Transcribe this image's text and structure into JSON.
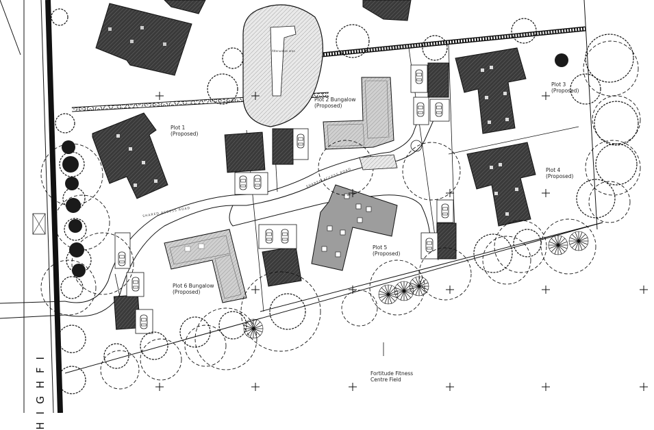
{
  "plot_labels": {
    "plot1": {
      "name": "Plot 1",
      "status": "(Proposed)"
    },
    "plot2": {
      "name": "Plot 2 Bungalow",
      "status": "(Proposed)"
    },
    "plot3": {
      "name": "Plot 3",
      "status": "(Proposed)"
    },
    "plot4": {
      "name": "Plot 4",
      "status": "(Proposed)"
    },
    "plot5": {
      "name": "Plot 5",
      "status": "(Proposed)"
    },
    "plot6": {
      "name": "Plot 6 Bungalow",
      "status": "(Proposed)"
    }
  },
  "road_labels": {
    "access_road_1": "SHARED ACCESS ROAD",
    "access_road_2": "SHARED ACCESS ROAD",
    "highway": "HIGHFI",
    "turning_area": "Attenuation area"
  },
  "field_label": {
    "line1": "Fortitude Fitness",
    "line2": "Centre Field"
  },
  "colors": {
    "roof_dark": "#3a3a3a",
    "roof_light": "#9a9a9a",
    "hatch_grey": "#b5b5b5",
    "line": "#111111"
  },
  "icons": [
    "north-marker-cross",
    "tree-canopy",
    "palm-tree"
  ]
}
